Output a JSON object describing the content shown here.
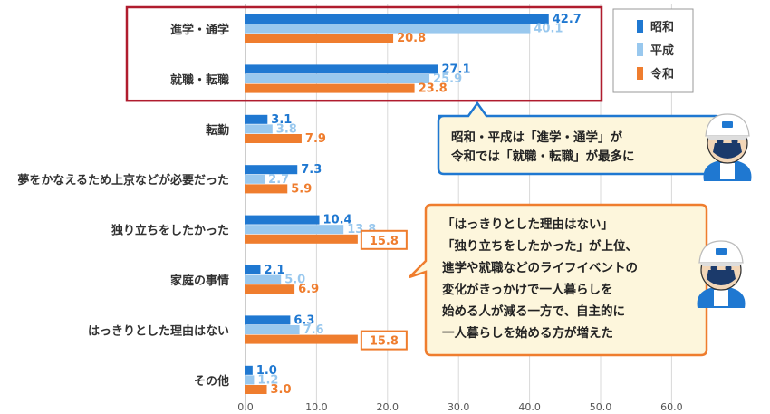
{
  "chart_data": {
    "type": "bar",
    "orientation": "horizontal",
    "categories": [
      "進学・通学",
      "就職・転職",
      "転勤",
      "夢をかなえるため上京などが必要だった",
      "独り立ちをしたかった",
      "家庭の事情",
      "はっきりとした理由はない",
      "その他"
    ],
    "series": [
      {
        "name": "昭和",
        "color": "#1f78d1",
        "values": [
          42.7,
          27.1,
          3.1,
          7.3,
          10.4,
          2.1,
          6.3,
          1.0
        ]
      },
      {
        "name": "平成",
        "color": "#99c8ee",
        "values": [
          40.1,
          25.9,
          3.8,
          2.7,
          13.8,
          5.0,
          7.6,
          1.2
        ]
      },
      {
        "name": "令和",
        "color": "#ef7d2e",
        "values": [
          20.8,
          23.8,
          7.9,
          5.9,
          15.8,
          6.9,
          15.8,
          3.0
        ]
      }
    ],
    "value_labels": [
      [
        "42.7",
        "27.1",
        "3.1",
        "7.3",
        "10.4",
        "2.1",
        "6.3",
        "1.0"
      ],
      [
        "40.1",
        "25.9",
        "3.8",
        "2.7",
        "13.8",
        "5.0",
        "7.6",
        "1.2"
      ],
      [
        "20.8",
        "23.8",
        "7.9",
        "5.9",
        "15.8",
        "6.9",
        "15.8",
        "3.0"
      ]
    ],
    "boxed_labels": [
      [
        2,
        4
      ],
      [
        2,
        6
      ]
    ],
    "highlight_group": [
      0,
      1
    ],
    "xlim": [
      0,
      60
    ],
    "xticks": [
      "0.0",
      "10.0",
      "20.0",
      "30.0",
      "40.0",
      "50.0",
      "60.0"
    ],
    "grid": true,
    "legend_position": "top-right",
    "highlight_color": "#b01c2e"
  },
  "callouts": [
    {
      "lines": [
        "昭和・平成は「進学・通学」が",
        "令和では「就職・転職」が最多に"
      ],
      "border_color": "#1f78d1",
      "fill_color": "#fdf6dc"
    },
    {
      "lines": [
        "「はっきりとした理由はない」",
        "「独り立ちをしたかった」が上位、",
        "進学や就職などのライフイベントの",
        "変化がきっかけで一人暮らしを",
        "始める人が減る一方で、自主的に",
        "一人暮らしを始める方が増えた"
      ],
      "border_color": "#ef7d2e",
      "fill_color": "#fdf6dc"
    }
  ],
  "mascot": {
    "icon": "mascot-character-icon",
    "color": "#1f78d1"
  }
}
